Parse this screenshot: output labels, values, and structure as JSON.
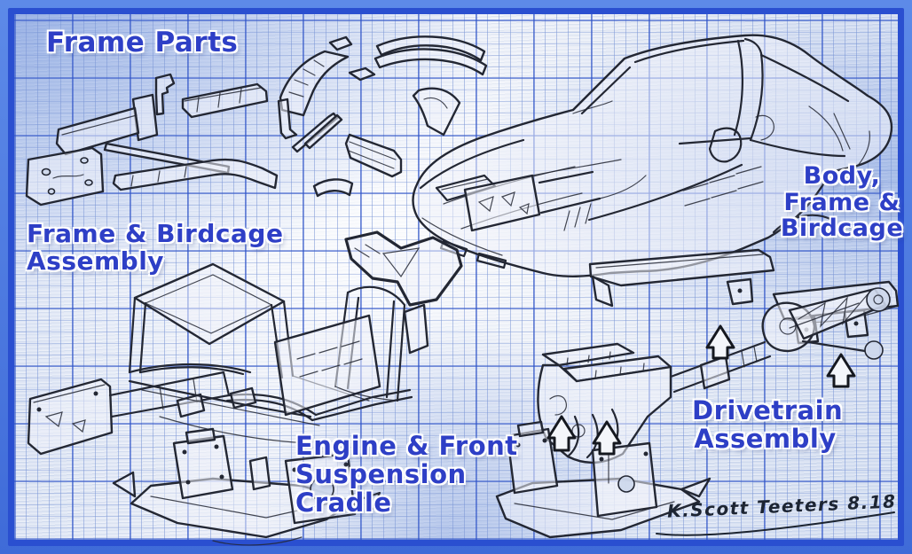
{
  "labels": {
    "frame_parts": {
      "line1": "Frame Parts"
    },
    "frame_birdcage_assembly": {
      "line1": "Frame & Birdcage",
      "line2": "Assembly"
    },
    "body_frame_birdcage": {
      "line1": "Body,",
      "line2": "Frame &",
      "line3": "Birdcage"
    },
    "engine_front_suspension_cradle": {
      "line1": "Engine & Front",
      "line2": "Suspension",
      "line3": "Cradle"
    },
    "drivetrain_assembly": {
      "line1": "Drivetrain",
      "line2": "Assembly"
    }
  },
  "signature": {
    "text": "K.Scott Teeters 8.18"
  },
  "drawings": [
    {
      "name": "frame-parts-sketch"
    },
    {
      "name": "body-frame-birdcage-sketch"
    },
    {
      "name": "loose-birdcage-section-sketch"
    },
    {
      "name": "frame-birdcage-assembly-sketch"
    },
    {
      "name": "engine-front-suspension-cradle-sketch"
    },
    {
      "name": "drivetrain-assembly-sketch"
    }
  ],
  "colors": {
    "label_blue": "#2e3fc6",
    "ink": "#232733",
    "paper": "#dce4f2",
    "grid_minor": "#7b96d6",
    "grid_major": "#2b50c8",
    "frame_border": "#2a4fd0",
    "margin_blue": "#4b7adf",
    "signature_ink": "#1d2533"
  }
}
